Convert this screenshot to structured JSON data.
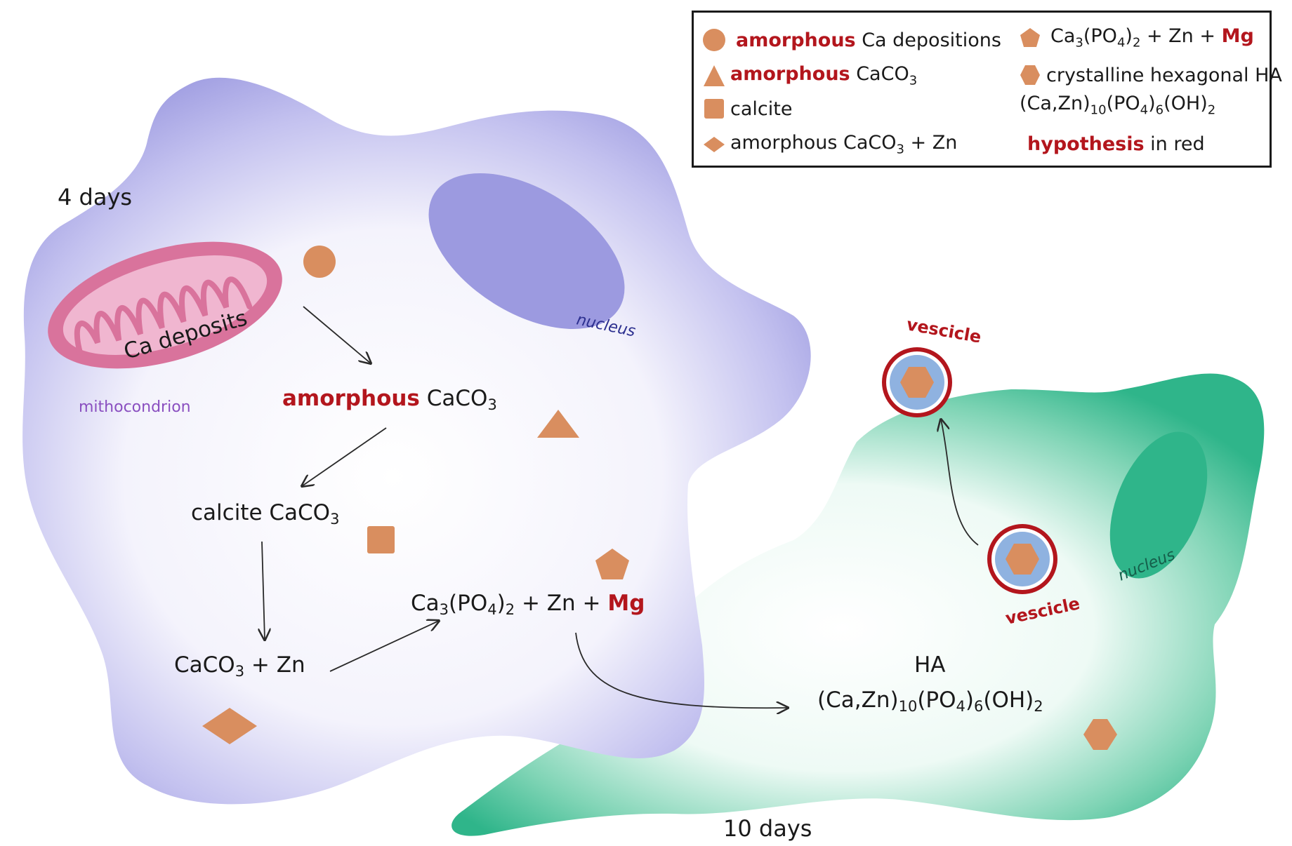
{
  "colors": {
    "cell_left": "#9c9ae0",
    "cell_right": "#2fb58a",
    "mitochondrion": "#d9739c",
    "mineral": "#d98e5f",
    "hypothesis": "#b3161d",
    "nucleus_left_text": "#2c2f8f",
    "nucleus_right_text": "#155e4a",
    "mito_label": "#8a4fc0",
    "vesicle_ring": "#b3161d",
    "vesicle_fill": "#8fb2e0"
  },
  "icons": [
    "circle-shape",
    "triangle-shape",
    "square-shape",
    "diamond-shape",
    "pentagon-shape",
    "hexagon-shape",
    "arrow"
  ],
  "labels": {
    "day4": "4 days",
    "day10": "10 days",
    "mito_inner": "Ca deposits",
    "mito_name": "mithocondrion",
    "nucleus_left": "nucleus",
    "nucleus_right": "nucleus",
    "vesicle_top": "vescicle",
    "vesicle_bottom": "vescicle"
  },
  "pathway": {
    "amorphous_bold": "amorphous",
    "amorphous_rest": " CaCO",
    "amorphous_sub": "3",
    "calcite": "calcite CaCO",
    "calcite_sub": "3",
    "caco3zn_a": "CaCO",
    "caco3zn_sub": "3",
    "caco3zn_b": " + Zn",
    "caphos_a": "Ca",
    "caphos_sub1": "3",
    "caphos_b": "(PO",
    "caphos_sub2": "4",
    "caphos_c": ")",
    "caphos_sub3": "2",
    "caphos_d": " + Zn + ",
    "caphos_mg": "Mg",
    "ha_title": "HA",
    "ha_a": "(Ca,Zn)",
    "ha_sub1": "10",
    "ha_b": "(PO",
    "ha_sub2": "4",
    "ha_c": ")",
    "ha_sub3": "6",
    "ha_d": "(OH)",
    "ha_sub4": "2"
  },
  "legend": {
    "item1_bold": "amorphous",
    "item1_rest": " Ca depositions",
    "item2_bold": "amorphous",
    "item2_rest": " CaCO",
    "item2_sub": "3",
    "item3": "calcite",
    "item4_a": "amorphous CaCO",
    "item4_sub": "3",
    "item4_b": " + Zn",
    "item5_a": "Ca",
    "item5_sub1": "3",
    "item5_b": "(PO",
    "item5_sub2": "4",
    "item5_c": ")",
    "item5_sub3": "2",
    "item5_d": " +  Zn + ",
    "item5_mg": "Mg",
    "item6_line1": "crystalline hexagonal HA",
    "item6_a": "(Ca,Zn)",
    "item6_sub1": "10",
    "item6_b": "(PO",
    "item6_sub2": "4",
    "item6_c": ")",
    "item6_sub3": "6",
    "item6_d": "(OH)",
    "item6_sub4": "2",
    "item7_bold": "hypothesis",
    "item7_rest": " in red"
  }
}
